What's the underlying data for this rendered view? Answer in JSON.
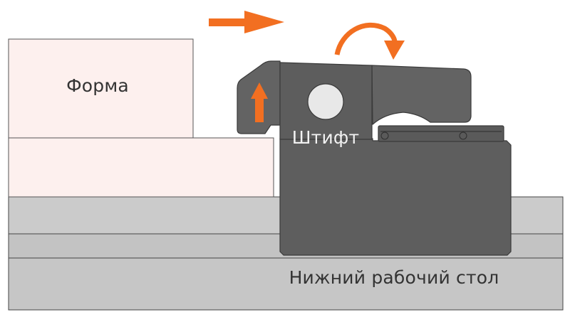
{
  "labels": {
    "mold": "Форма",
    "pin": "Штифт",
    "table": "Нижний рабочий стол"
  },
  "colors": {
    "mold_fill": "#fdf0ee",
    "table_fill": "#c8c8c8",
    "clamp_fill": "#5d5d5d",
    "accent": "#f26f21",
    "outline": "#3c3c3c"
  },
  "icons": {
    "horizontal_arrow": "arrow-right-icon",
    "rotation_arrow": "curved-arrow-icon",
    "vertical_arrow": "arrow-up-icon"
  }
}
